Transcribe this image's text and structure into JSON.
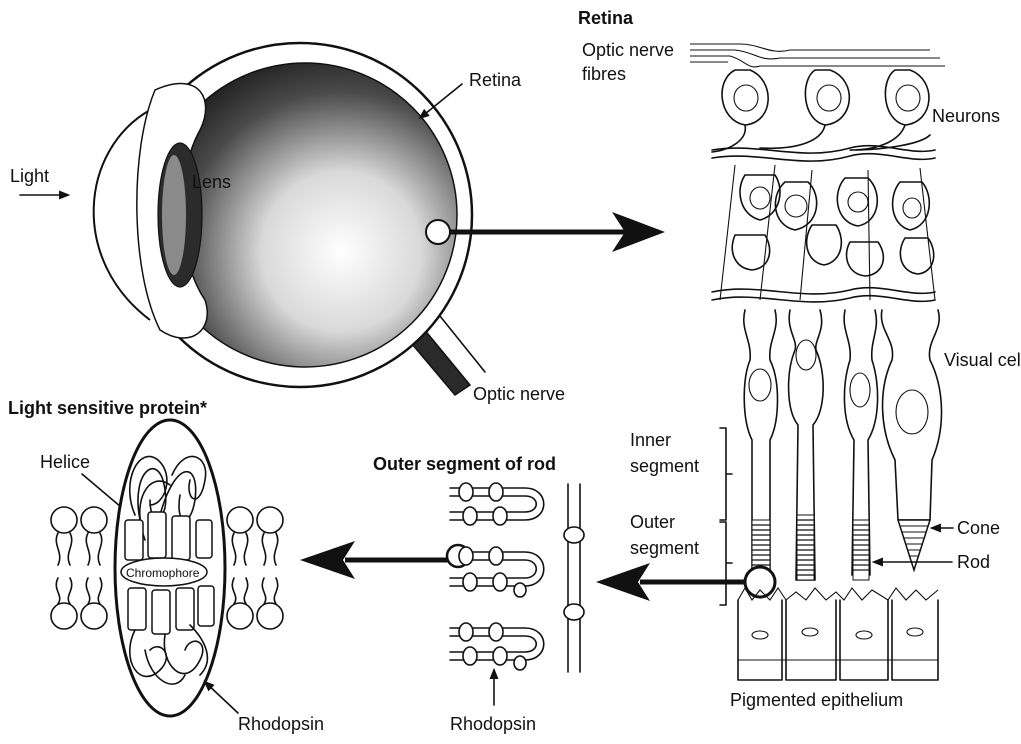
{
  "labels": {
    "light": "Light",
    "lens": "Lens",
    "retina_eye": "Retina",
    "optic_nerve": "Optic nerve",
    "retina_title": "Retina",
    "optic_nerve_fibres_1": "Optic nerve",
    "optic_nerve_fibres_2": "fibres",
    "neurons": "Neurons",
    "visual_cell": "Visual cell",
    "inner_segment_1": "Inner",
    "inner_segment_2": "segment",
    "outer_segment_1": "Outer",
    "outer_segment_2": "segment",
    "cone": "Cone",
    "rod": "Rod",
    "pigmented_epithelium": "Pigmented epithelium",
    "outer_segment_of_rod": "Outer segment of rod",
    "rhodopsin_middle": "Rhodopsin",
    "light_sensitive_protein": "Light sensitive protein*",
    "helice": "Helice",
    "chromophore": "Chromophore",
    "rhodopsin_left": "Rhodopsin"
  },
  "colors": {
    "ink": "#111111",
    "background": "#ffffff"
  }
}
